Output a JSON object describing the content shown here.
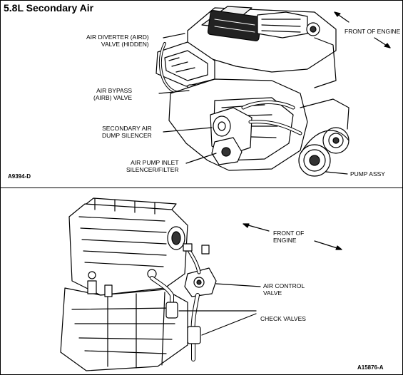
{
  "top": {
    "title": "5.8L Secondary Air",
    "labels": {
      "aird": "AIR DIVERTER (AIRD)\nVALVE (HIDDEN)",
      "airb": "AIR BYPASS\n(AIRB) VALVE",
      "dump": "SECONDARY AIR\nDUMP SILENCER",
      "inlet": "AIR PUMP INLET\nSILENCER/FILTER",
      "front": "FRONT OF ENGINE",
      "pump": "PUMP ASSY"
    },
    "figure_code": "A9394-D"
  },
  "bottom": {
    "labels": {
      "front": "FRONT OF\nENGINE",
      "air_control": "AIR CONTROL\nVALVE",
      "check": "CHECK VALVES"
    },
    "figure_code": "A15876-A"
  }
}
